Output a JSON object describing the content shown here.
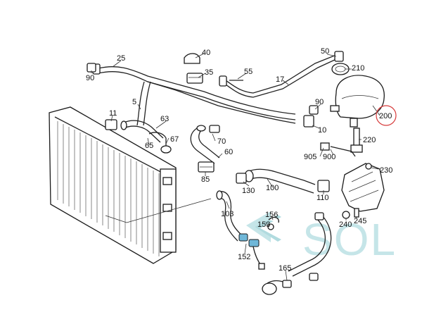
{
  "diagram": {
    "callouts": [
      "25",
      "40",
      "50",
      "90",
      "35",
      "55",
      "17",
      "210",
      "5",
      "90",
      "11",
      "63",
      "200",
      "67",
      "10",
      "65",
      "70",
      "220",
      "60",
      "905",
      "900",
      "230",
      "85",
      "130",
      "100",
      "110",
      "103",
      "156",
      "153",
      "240",
      "245",
      "152",
      "165"
    ],
    "highlighted_callout": "200",
    "highlight_color": "#d63a3a",
    "watermark": {
      "text": "SOL",
      "color": "#bfe3e6"
    }
  }
}
